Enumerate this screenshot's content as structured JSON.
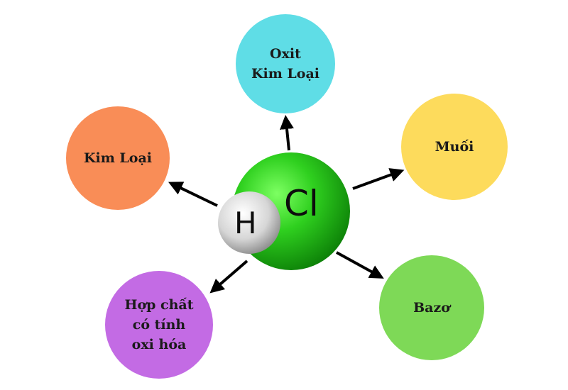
{
  "molecule": {
    "hydrogen_symbol": "H",
    "chlorine_symbol": "Cl",
    "chlorine_color": "#27c020",
    "hydrogen_color": "#d9d9d9"
  },
  "nodes": [
    {
      "id": "oxit",
      "label": "Oxit\nKim Loại",
      "color": "#5fdde6"
    },
    {
      "id": "kimloai",
      "label": "Kim Loại",
      "color": "#f98d57"
    },
    {
      "id": "muoi",
      "label": "Muối",
      "color": "#fddb5c"
    },
    {
      "id": "hopchat",
      "label": "Hợp chất\ncó tính\noxi hóa",
      "color": "#c36be4"
    },
    {
      "id": "bazo",
      "label": "Bazơ",
      "color": "#7ed957"
    }
  ],
  "arrow_color": "#000000"
}
